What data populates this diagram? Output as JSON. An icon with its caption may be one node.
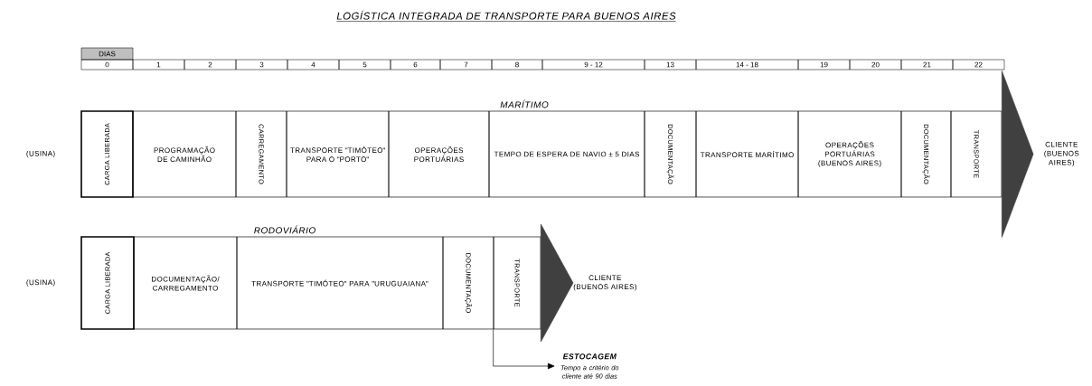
{
  "diagram": {
    "title": "LOGÍSTICA INTEGRADA DE TRANSPORTE PARA BUENOS AIRES",
    "nodes": [
      {
        "text": [
          "CARGA LIBERADA"
        ]
      },
      {
        "text": [
          "PROGRAMAÇÃO DE CAMINHÃO"
        ]
      },
      {
        "text": [
          "CARREGAMENTO"
        ]
      },
      {
        "text": [
          "TRANSPORTE \"TIMÓTEO\" PARA O \"PORTO\""
        ]
      },
      {
        "text": [
          "OPERAÇÕES PORTUÁRIAS"
        ]
      },
      {
        "text": [
          "TEMPO DE ESPERA DE NAVIO ± 5 DIAS"
        ]
      },
      {
        "text": [
          "DOCUMENTAÇÃO"
        ]
      },
      {
        "text": [
          "TRANSPORTE MARÍTIMO"
        ]
      },
      {
        "text": [
          "OPERAÇÕES PORTUÁRIAS (BUENOS AIRES)"
        ]
      },
      {
        "text": [
          "DOCUMENTAÇÃO"
        ]
      },
      {
        "text": [
          "TRANSPORTE"
        ]
      },
      {
        "text": [
          "CLIENTE (BUENOS AIRES)"
        ]
      },
      {
        "text": [
          "CARGA LIBERADA"
        ]
      },
      {
        "text": [
          "DOCUMENTAÇÃO/ CARREGAMENTO"
        ]
      },
      {
        "text": [
          "TRANSPORTE \"TIMÓTEO\" PARA \"URUGUAIANA\""
        ]
      },
      {
        "text": [
          "DOCUMENTAÇÃO"
        ]
      },
      {
        "text": [
          "TRANSPORTE"
        ]
      },
      {
        "text": [
          "CLIENTE (BUENOS AIRES)"
        ]
      },
      {
        "text": [
          "ESTOCAGEM",
          "Tempo a critério do cliente até 90 dias"
        ]
      }
    ],
    "edges": [
      {
        "from": 10,
        "to": 11,
        "arrow": "to"
      },
      {
        "from": 16,
        "to": 17,
        "arrow": "to"
      },
      {
        "from": 16,
        "to": 18,
        "arrow": "to"
      }
    ],
    "labels": [
      "DIAS",
      "0",
      "1",
      "2",
      "3",
      "4",
      "5",
      "6",
      "7",
      "8",
      "9 - 12",
      "13",
      "14 - 18",
      "19",
      "20",
      "21",
      "22",
      "MARÍTIMO",
      "(USINA)",
      "RODOVIÁRIO",
      "(USINA)"
    ]
  }
}
